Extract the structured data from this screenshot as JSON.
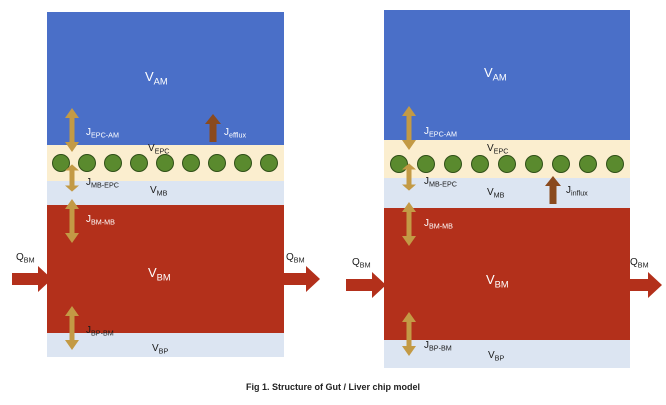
{
  "colors": {
    "apical": "#4a6fc8",
    "epithelium": "#fbeecf",
    "cell": "#5a8a2e",
    "membrane": "#dce5f2",
    "basolateral": "#b3301b",
    "transport_arrow": "#c39a45",
    "active_arrow": "#8a4a1e",
    "flow_arrow": "#b3301b"
  },
  "panels": [
    {
      "name": "gut",
      "v_am": "V",
      "v_am_sub": "AM",
      "v_epc": "V",
      "v_epc_sub": "EPC",
      "v_mb": "V",
      "v_mb_sub": "MB",
      "v_bm": "V",
      "v_bm_sub": "BM",
      "v_bp": "V",
      "v_bp_sub": "BP",
      "j_epc_am": "J",
      "j_epc_am_sub": "EPC-AM",
      "j_mb_epc": "J",
      "j_mb_epc_sub": "MB-EPC",
      "j_bm_mb": "J",
      "j_bm_mb_sub": "BM-MB",
      "j_bp_bm": "J",
      "j_bp_bm_sub": "BP-BM",
      "j_active": "J",
      "j_active_sub": "efflux",
      "q_in": "Q",
      "q_in_sub": "BM",
      "q_out": "Q",
      "q_out_sub": "BM",
      "cell_count": 9
    },
    {
      "name": "liver",
      "v_am": "V",
      "v_am_sub": "AM",
      "v_epc": "V",
      "v_epc_sub": "EPC",
      "v_mb": "V",
      "v_mb_sub": "MB",
      "v_bm": "V",
      "v_bm_sub": "BM",
      "v_bp": "V",
      "v_bp_sub": "BP",
      "j_epc_am": "J",
      "j_epc_am_sub": "EPC-AM",
      "j_mb_epc": "J",
      "j_mb_epc_sub": "MB-EPC",
      "j_bm_mb": "J",
      "j_bm_mb_sub": "BM-MB",
      "j_bp_bm": "J",
      "j_bp_bm_sub": "BP-BM",
      "j_active": "J",
      "j_active_sub": "influx",
      "q_in": "Q",
      "q_in_sub": "BM",
      "q_out": "Q",
      "q_out_sub": "BM",
      "cell_count": 9
    }
  ],
  "caption": "Fig 1. Structure of Gut / Liver chip model"
}
